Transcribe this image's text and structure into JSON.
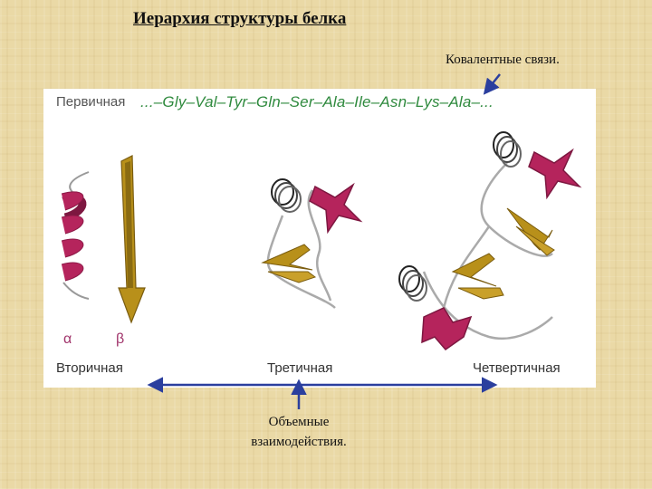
{
  "title": "Иерархия структуры белка",
  "covalent_label": "Ковалентные связи.",
  "primary": {
    "label": "Первичная",
    "sequence": "...–Gly–Val–Tyr–Gln–Ser–Ala–Ile–Asn–Lys–Ala–..."
  },
  "secondary": {
    "label": "Вторичная",
    "alpha_symbol": "α",
    "beta_symbol": "β"
  },
  "tertiary": {
    "label": "Третичная"
  },
  "quaternary": {
    "label": "Четвертичная"
  },
  "volume_label": {
    "line1": "Объемные",
    "line2": "взаимодействия."
  },
  "colors": {
    "helix": "#b5245c",
    "strand": "#b8901a",
    "sequence": "#2f8a3e",
    "arrows": "#2b3f9e"
  }
}
